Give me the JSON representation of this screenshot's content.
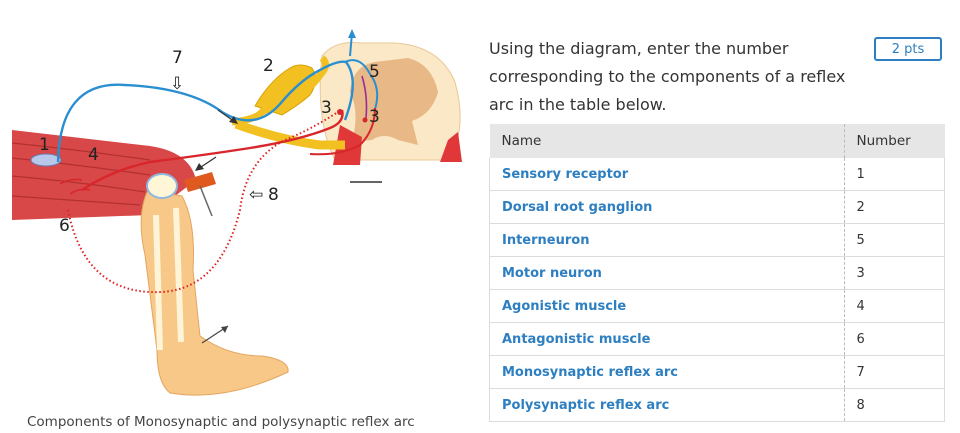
{
  "figure": {
    "labels": {
      "l1": "1",
      "l2": "2",
      "l3a": "3",
      "l3b": "3",
      "l4": "4",
      "l5": "5",
      "l6": "6",
      "l7": "7",
      "l8": "8",
      "arrow7": "⇩",
      "arrow8": "⇦"
    },
    "caption": "Components of Monosynaptic and polysynaptic reflex arc"
  },
  "points": "2 pts",
  "question": "Using the diagram, enter the number corresponding to the components of a reflex arc in the table below.",
  "table": {
    "headers": {
      "name": "Name",
      "number": "Number"
    },
    "rows": [
      {
        "name": "Sensory receptor",
        "number": "1"
      },
      {
        "name": "Dorsal root ganglion",
        "number": "2"
      },
      {
        "name": "Interneuron",
        "number": "5"
      },
      {
        "name": "Motor neuron",
        "number": "3"
      },
      {
        "name": "Agonistic muscle",
        "number": "4"
      },
      {
        "name": "Antagonistic muscle",
        "number": "6"
      },
      {
        "name": "Monosynaptic reflex arc",
        "number": "7"
      },
      {
        "name": "Polysynaptic reflex arc",
        "number": "8"
      }
    ]
  },
  "colors": {
    "link": "#2d7fc1",
    "header_bg": "#e6e6e6",
    "sensory_nerve": "#2a8fd0",
    "motor_nerve": "#d8262a",
    "polysynaptic_path": "#e02020",
    "muscle": "#d84848",
    "ganglion": "#f2c020",
    "spinal_cord_white": "#fbe8c6",
    "skin": "#f8c888"
  }
}
